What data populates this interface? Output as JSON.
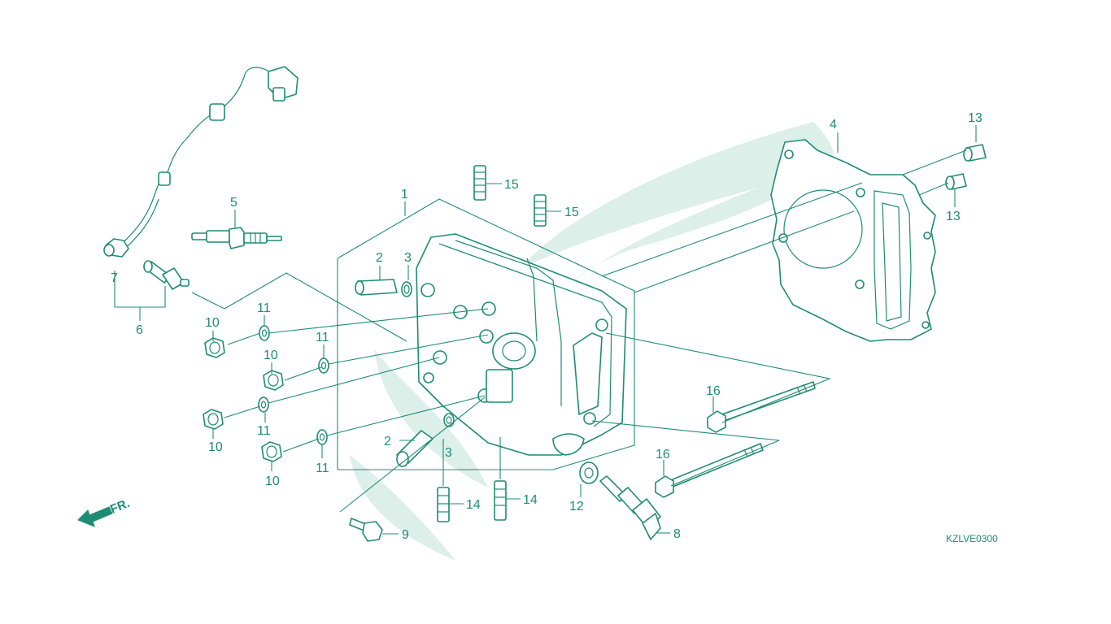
{
  "diagram": {
    "reference_code": "KZLVE0300",
    "direction_label": "FR.",
    "callouts": [
      "1",
      "2",
      "2",
      "3",
      "3",
      "4",
      "5",
      "6",
      "7",
      "8",
      "9",
      "10",
      "10",
      "10",
      "10",
      "11",
      "11",
      "11",
      "11",
      "12",
      "13",
      "13",
      "14",
      "14",
      "15",
      "15",
      "16",
      "16"
    ]
  },
  "colors": {
    "line": "#1e8c74",
    "watermark": "#dcefe9",
    "background": "#ffffff"
  }
}
